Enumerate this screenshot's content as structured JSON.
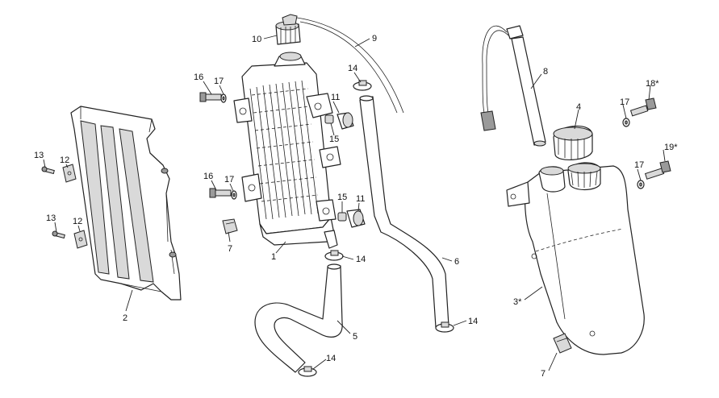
{
  "labels": {
    "l1": "1",
    "l2": "2",
    "l3": "3*",
    "l4": "4",
    "l5": "5",
    "l6": "6",
    "l7a": "7",
    "l7b": "7",
    "l8": "8",
    "l9": "9",
    "l10": "10",
    "l11a": "11",
    "l11b": "11",
    "l12a": "12",
    "l12b": "12",
    "l13a": "13",
    "l13b": "13",
    "l14a": "14",
    "l14b": "14",
    "l14c": "14",
    "l14d": "14",
    "l15a": "15",
    "l15b": "15",
    "l16a": "16",
    "l16b": "16",
    "l17a": "17",
    "l17b": "17",
    "l17c": "17",
    "l17d": "17",
    "l18": "18*",
    "l19": "19*"
  }
}
